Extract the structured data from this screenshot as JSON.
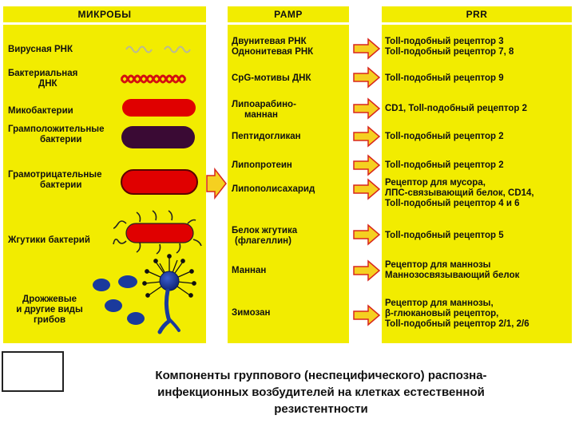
{
  "headers": {
    "microbes": "МИКРОБЫ",
    "pamp": "PAMP",
    "prr": "PRR"
  },
  "microbes": [
    {
      "label": [
        "Вирусная РНК"
      ]
    },
    {
      "label": [
        "Бактериальная",
        "ДНК"
      ]
    },
    {
      "label": [
        "Микобактерии"
      ]
    },
    {
      "label": [
        "Грамположительные",
        "бактерии"
      ]
    },
    {
      "label": [
        "Грамотрицательные",
        "бактерии"
      ]
    },
    {
      "label": [
        "Жгутики бактерий"
      ]
    },
    {
      "label": [
        "Дрожжевые",
        "и другие виды",
        "грибов"
      ]
    }
  ],
  "pamp": [
    {
      "lines": [
        "Двунитевая РНК",
        "Однонитевая РНК"
      ]
    },
    {
      "lines": [
        "CpG-мотивы ДНК"
      ]
    },
    {
      "lines": [
        "Липоарабино-",
        "маннан"
      ]
    },
    {
      "lines": [
        "Пептидогликан"
      ]
    },
    {
      "lines": [
        "Липопротеин"
      ]
    },
    {
      "lines": [
        "Липополисахарид"
      ]
    },
    {
      "lines": [
        "Белок жгутика",
        "(флагеллин)"
      ]
    },
    {
      "lines": [
        "Маннан"
      ]
    },
    {
      "lines": [
        "Зимозан"
      ]
    }
  ],
  "prr": [
    {
      "lines": [
        "Toll-подобный рецептор 3",
        "Toll-подобный рецептор 7, 8"
      ]
    },
    {
      "lines": [
        "Toll-подобный рецептор 9"
      ]
    },
    {
      "lines": [
        "CD1, Toll-подобный рецептор 2"
      ]
    },
    {
      "lines": [
        "Toll-подобный рецептор 2"
      ]
    },
    {
      "lines": [
        "Toll-подобный рецептор 2"
      ]
    },
    {
      "lines": [
        "Рецептор для мусора,",
        "ЛПС-связывающий белок, CD14,",
        "Toll-подобный рецептор 4 и 6"
      ]
    },
    {
      "lines": [
        "Toll-подобный рецептор 5"
      ]
    },
    {
      "lines": [
        "Рецептор для маннозы",
        "Маннозосвязывающий белок"
      ]
    },
    {
      "lines": [
        "Рецептор для маннозы,",
        "β-глюкановый рецептор,",
        "Toll-подобный рецептор 2/1, 2/6"
      ]
    }
  ],
  "caption": [
    "Компоненты группового (неспецифического) распозна-",
    "инфекционных возбудителей на клетках естественной",
    "резистентности"
  ],
  "colors": {
    "panel": "#f2ec00",
    "arrow_fill": "#f5d020",
    "arrow_stroke": "#d8261c",
    "bacteria_red": "#e00000",
    "bacteria_dark": "#3a0a34",
    "fungi_blue": "#1a3a9c",
    "wave_virus": "#c8c8a0",
    "wave_dna": "#d41010"
  }
}
